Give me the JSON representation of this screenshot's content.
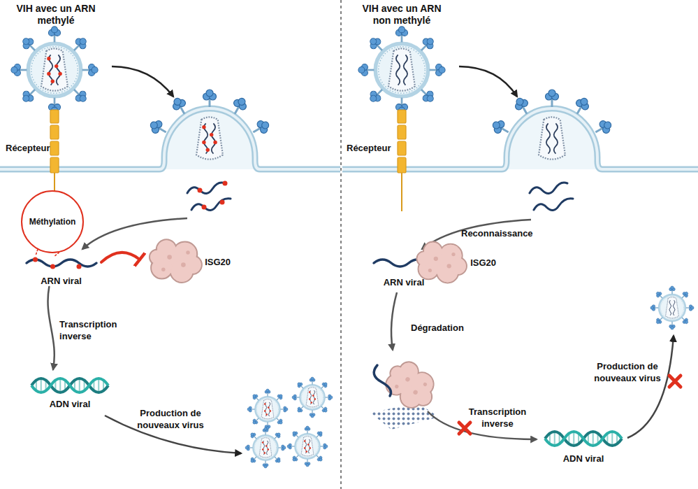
{
  "diagram": {
    "nodes": [
      {
        "text": [
          "VIH avec un ARN methylé"
        ]
      },
      {
        "text": [
          "Méthylation"
        ]
      },
      {
        "text": [
          "ARN viral"
        ]
      },
      {
        "text": [
          "ISG20"
        ]
      },
      {
        "text": [
          "ADN viral"
        ]
      },
      {
        "text": [
          "VIH avec un ARN non methylé"
        ]
      },
      {
        "text": [
          "ARN viral"
        ]
      },
      {
        "text": [
          "ISG20"
        ]
      },
      {
        "text": [
          "ADN viral"
        ]
      }
    ],
    "edges": [
      {
        "from": 2,
        "to": 4,
        "label": "Transcription inverse",
        "arrow": "to"
      },
      {
        "from": 2,
        "to": 3,
        "arrow": "to"
      },
      {
        "from": 1,
        "to": 2,
        "arrow": "none"
      }
    ],
    "labels": [
      "Récepteur",
      "Production de nouveaux virus",
      "Récepteur",
      "Reconnaissance",
      "Dégradation",
      "Transcription inverse",
      "Production de nouveaux virus"
    ]
  }
}
